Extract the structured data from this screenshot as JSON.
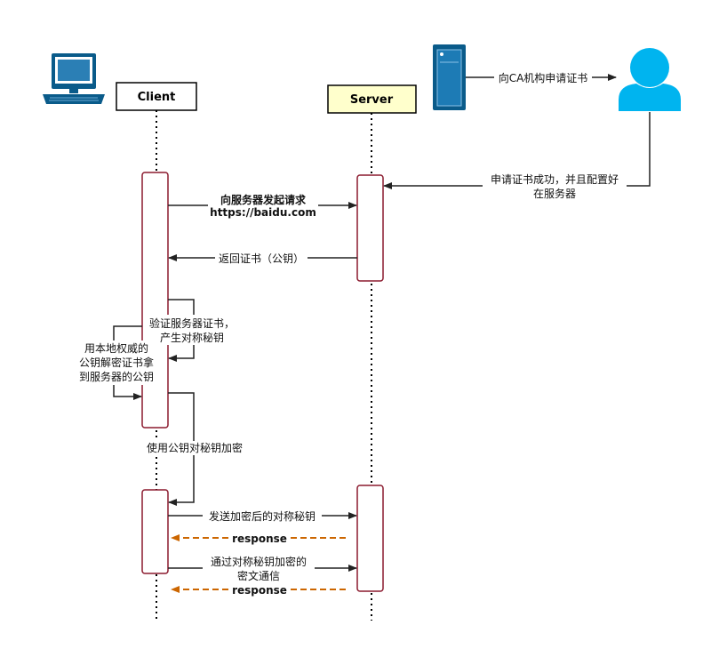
{
  "actors": {
    "client": {
      "label": "Client"
    },
    "server": {
      "label": "Server"
    }
  },
  "icons": {
    "computer": "computer-icon",
    "cert_server": "server-rack-icon",
    "user": "user-icon"
  },
  "messages": {
    "ca_request": "向CA机构申请证书",
    "ca_success_line1": "申请证书成功，并且配置好",
    "ca_success_line2": "在服务器",
    "request_line1": "向服务器发起请求",
    "request_line2": "https://baidu.com",
    "return_cert": "返回证书（公钥）",
    "verify_line1": "验证服务器证书，",
    "verify_line2": "产生对称秘钥",
    "authority_line1": "用本地权威的",
    "authority_line2": "公钥解密证书拿",
    "authority_line3": "到服务器的公钥",
    "encrypt": "使用公钥对秘钥加密",
    "send_key": "发送加密后的对称秘钥",
    "response1": "response",
    "comm_line1": "通过对称秘钥加密的",
    "comm_line2": "密文通信",
    "response2": "response"
  },
  "colors": {
    "client_box_fill": "#ffffff",
    "server_box_fill": "#ffffcc",
    "activation_border": "#8b1a2e",
    "response_arrow": "#cc6600",
    "icon_blue": "#0a5b8a",
    "user_blue": "#00b4ef"
  }
}
